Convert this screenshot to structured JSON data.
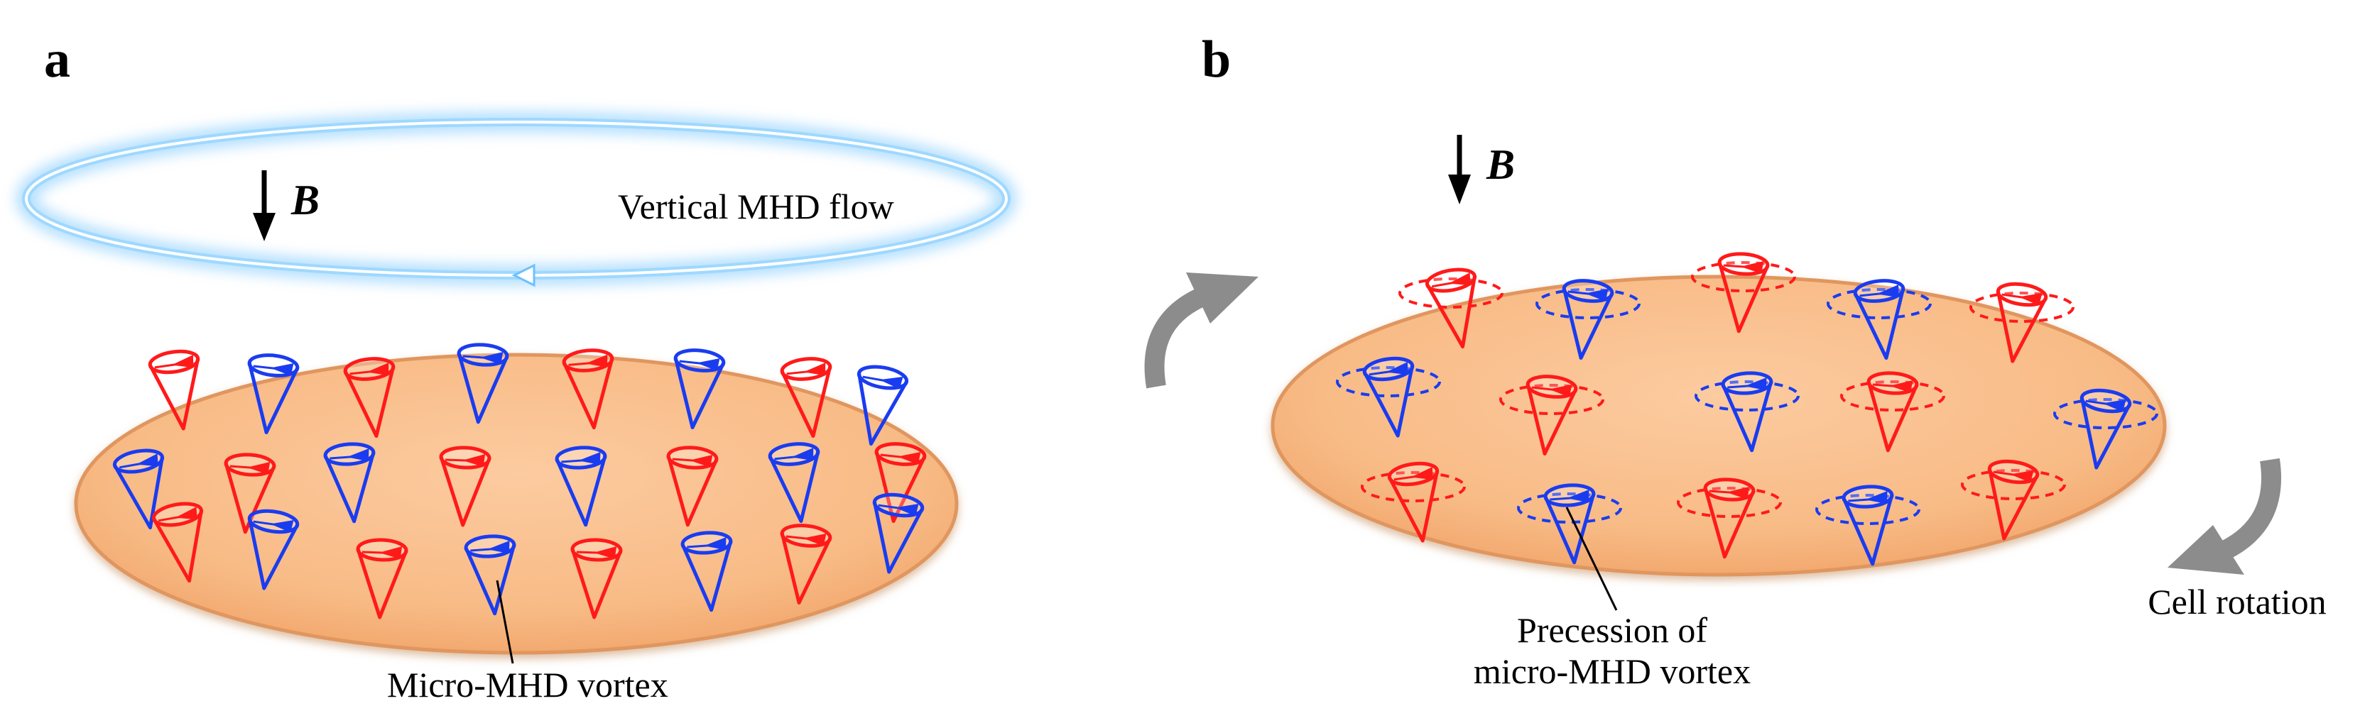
{
  "panel_a": {
    "letter": "a",
    "field_label": "B",
    "flow_label": "Vertical MHD flow",
    "vortex_label": "Micro-MHD vortex"
  },
  "panel_b": {
    "letter": "b",
    "field_label": "B",
    "precession_label_line1": "Precession of",
    "precession_label_line2": "micro-MHD vortex",
    "rotation_label": "Cell rotation"
  },
  "colors": {
    "disk_fill": "#f9c08f",
    "disk_edge": "#e8a06a",
    "red_vortex": "#ff1a1a",
    "blue_vortex": "#1a3cf0",
    "ring_glow": "#3aa8ff",
    "arrow_gray": "#8c8c8c"
  }
}
